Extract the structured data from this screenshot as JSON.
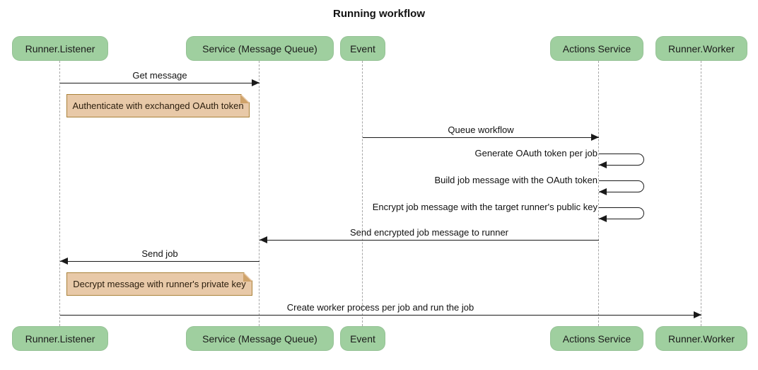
{
  "title": "Running workflow",
  "colors": {
    "actor_fill": "#9fcf9f",
    "note_fill": "#e8c9a8",
    "note_border": "#aa8239",
    "note_fold": "#cfa36a",
    "line_color": "#1a1a1a",
    "lifeline_color": "#a6a6a6",
    "text_color": "#1b1b1b"
  },
  "participants": [
    {
      "id": "runner-listener",
      "label": "Runner.Listener"
    },
    {
      "id": "service-message-queue",
      "label": "Service (Message Queue)"
    },
    {
      "id": "event",
      "label": "Event"
    },
    {
      "id": "actions-service",
      "label": "Actions Service"
    },
    {
      "id": "runner-worker",
      "label": "Runner.Worker"
    }
  ],
  "messages": [
    {
      "type": "arrow",
      "from": "Runner.Listener",
      "to": "Service (Message Queue)",
      "label": "Get message"
    },
    {
      "type": "note",
      "over": "Runner.Listener",
      "label": "Authenticate with exchanged OAuth token"
    },
    {
      "type": "arrow",
      "from": "Event",
      "to": "Actions Service",
      "label": "Queue workflow"
    },
    {
      "type": "self",
      "on": "Actions Service",
      "label": "Generate OAuth token per job"
    },
    {
      "type": "self",
      "on": "Actions Service",
      "label": "Build job message with the OAuth token"
    },
    {
      "type": "self",
      "on": "Actions Service",
      "label": "Encrypt job message with the target runner's public key"
    },
    {
      "type": "arrow",
      "from": "Actions Service",
      "to": "Service (Message Queue)",
      "label": "Send encrypted job message to runner"
    },
    {
      "type": "arrow",
      "from": "Service (Message Queue)",
      "to": "Runner.Listener",
      "label": "Send job"
    },
    {
      "type": "note",
      "over": "Runner.Listener",
      "label": "Decrypt message with runner's private key"
    },
    {
      "type": "arrow",
      "from": "Runner.Listener",
      "to": "Runner.Worker",
      "label": "Create worker process per job and run the job"
    }
  ]
}
